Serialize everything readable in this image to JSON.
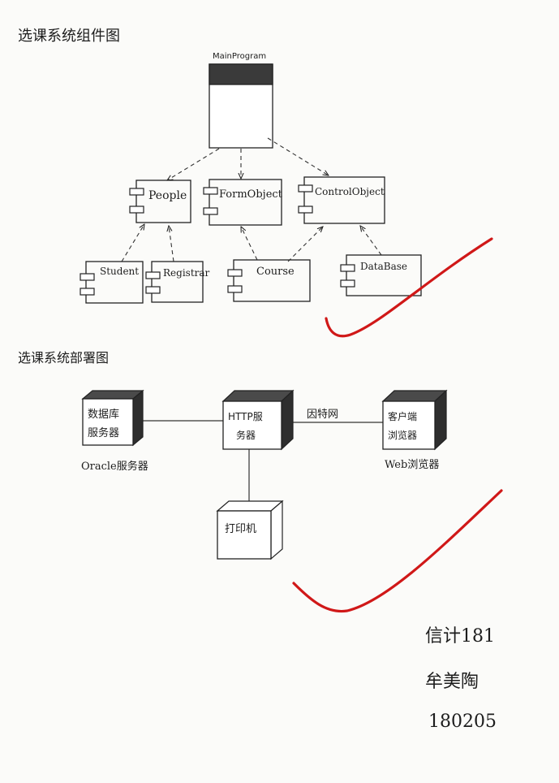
{
  "component_diagram": {
    "title": "选课系统组件图",
    "main_program": "MainProgram",
    "components": {
      "people": "People",
      "form_object": "FormObject",
      "control_object": "ControlObject",
      "student": "Student",
      "registrar": "Registrar",
      "course": "Course",
      "database": "DataBase"
    }
  },
  "deployment_diagram": {
    "title": "选课系统部署图",
    "db_server_line1": "数据库",
    "db_server_line2": "服务器",
    "db_server_caption": "Oracle服务器",
    "http_server_line1": "HTTP服",
    "http_server_line2": "务器",
    "client_line1": "客户端",
    "client_line2": "浏览器",
    "client_caption": "Web浏览器",
    "connection_label": "因特网",
    "printer": "打印机"
  },
  "signature": {
    "class": "信计181",
    "name": "牟美陶",
    "date": "180205"
  },
  "colors": {
    "ink": "#1d1d1d",
    "check_mark": "#d01818",
    "paper": "#fbfbf9"
  }
}
